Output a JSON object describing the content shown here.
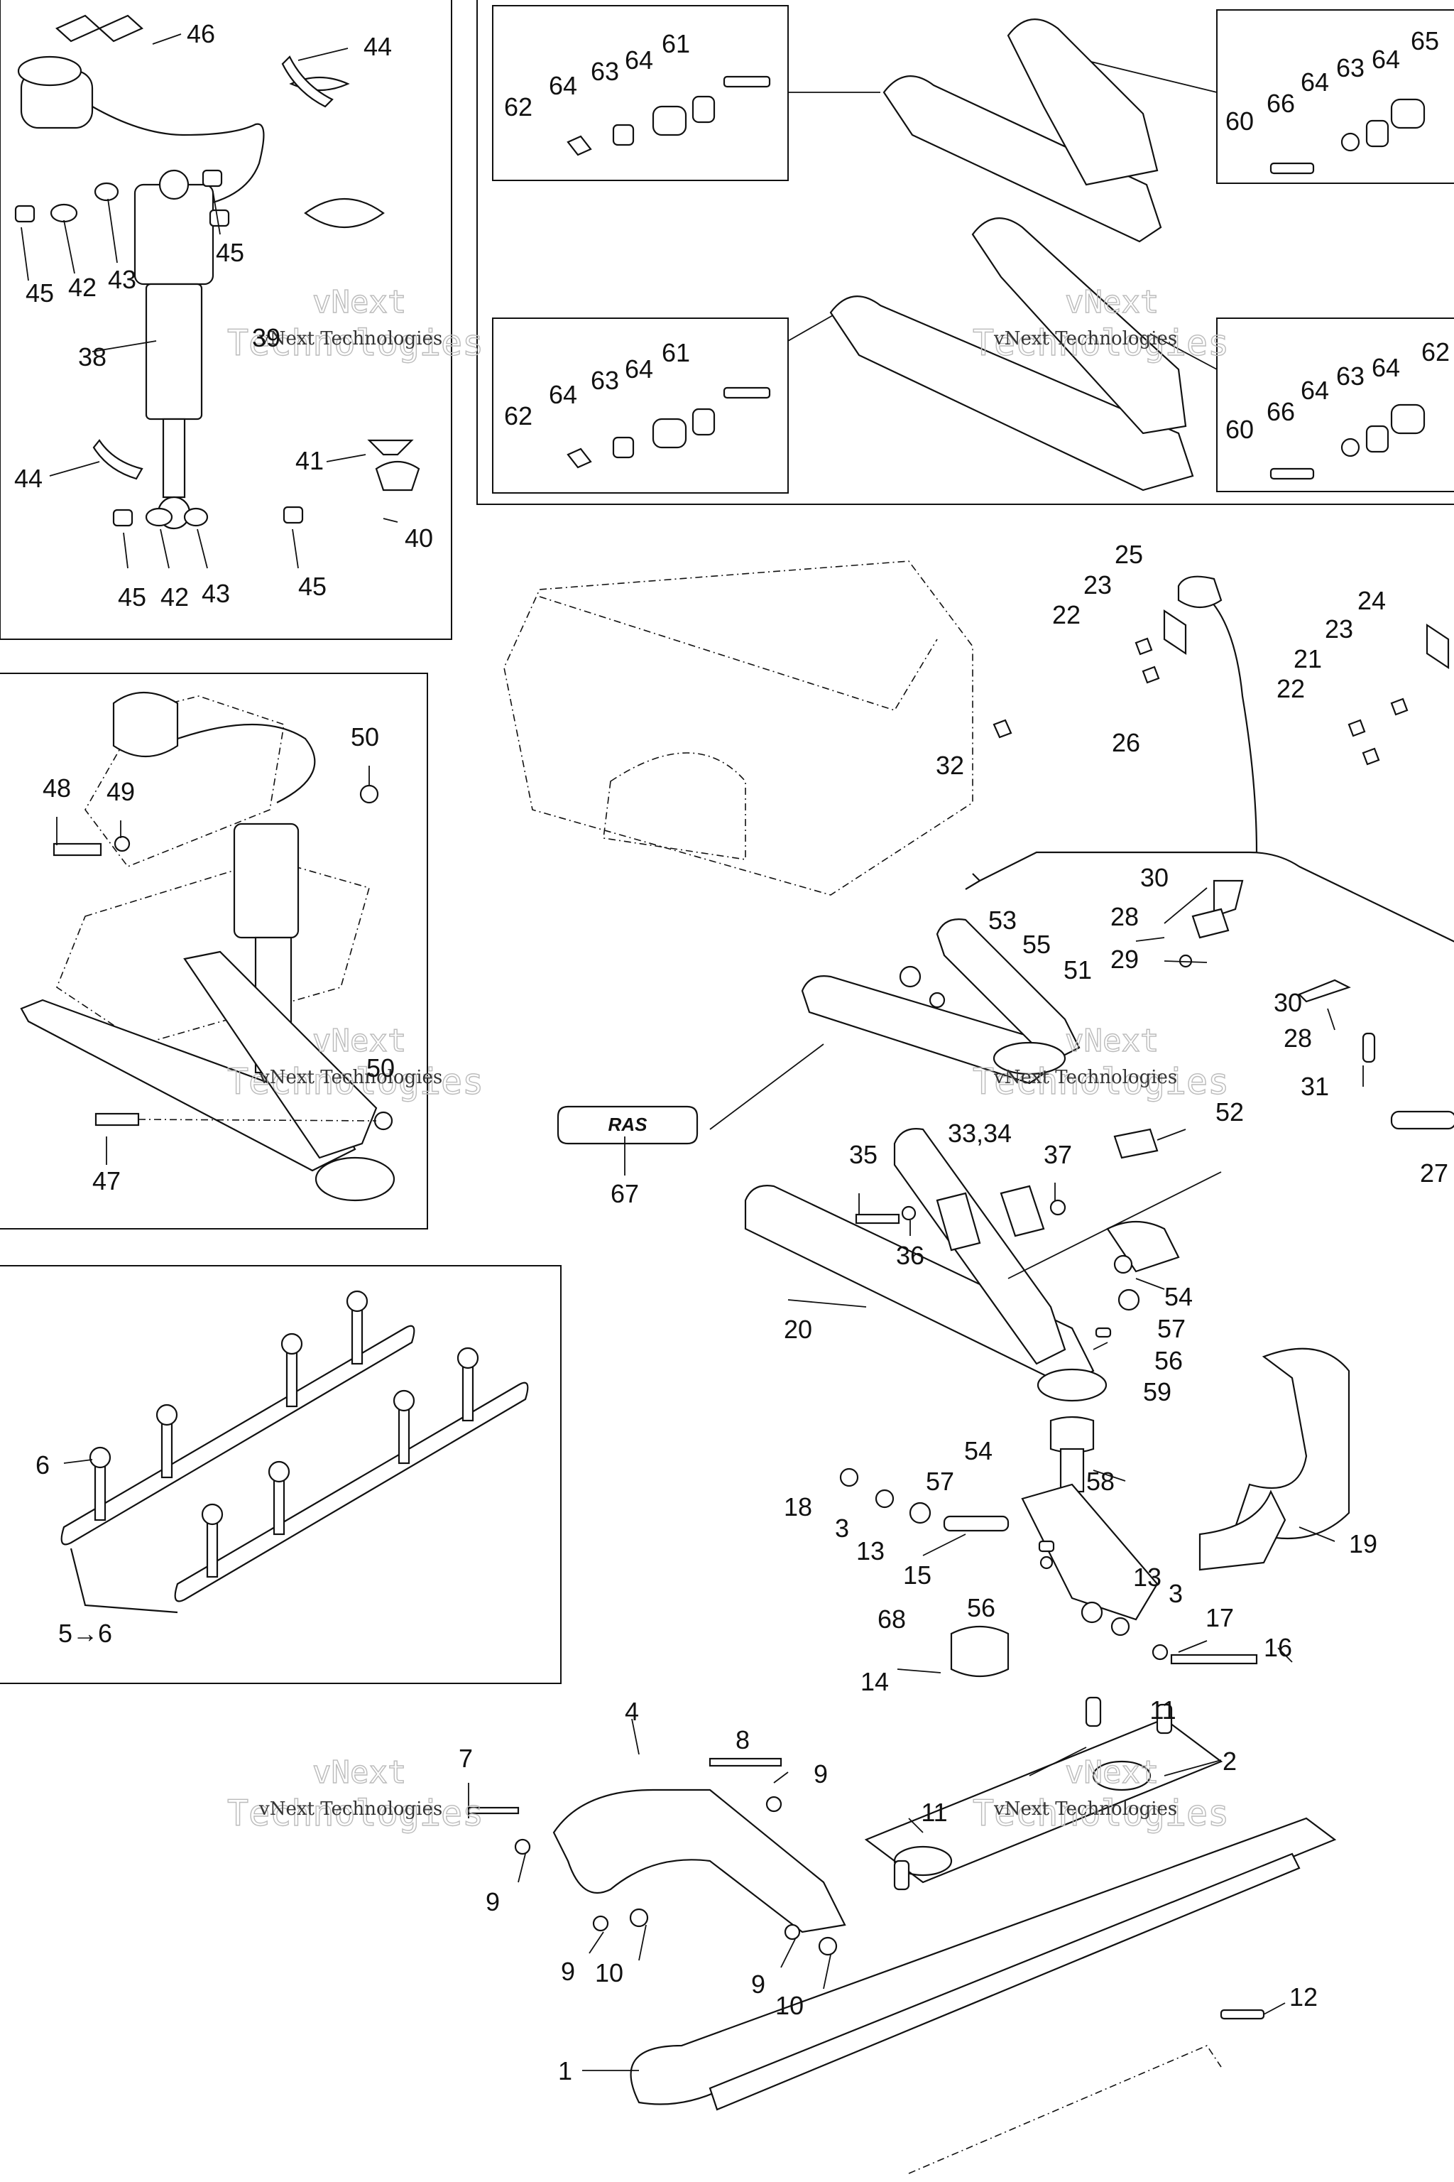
{
  "callouts": {
    "n1": "1",
    "n2": "2",
    "n3": "3",
    "n4": "4",
    "n5_6": "5→6",
    "n6": "6",
    "n7": "7",
    "n8": "8",
    "n9": "9",
    "n10": "10",
    "n11": "11",
    "n12": "12",
    "n13": "13",
    "n14": "14",
    "n15": "15",
    "n16": "16",
    "n17": "17",
    "n18": "18",
    "n19": "19",
    "n20": "20",
    "n21": "21",
    "n22": "22",
    "n23": "23",
    "n24": "24",
    "n25": "25",
    "n26": "26",
    "n27": "27",
    "n28": "28",
    "n29": "29",
    "n30": "30",
    "n31": "31",
    "n32": "32",
    "n33_34": "33,34",
    "n35": "35",
    "n36": "36",
    "n37": "37",
    "n38": "38",
    "n39": "39",
    "n40": "40",
    "n41": "41",
    "n42": "42",
    "n43": "43",
    "n44": "44",
    "n45": "45",
    "n46": "46",
    "n47": "47",
    "n48": "48",
    "n49": "49",
    "n50": "50",
    "n51": "51",
    "n52": "52",
    "n53": "53",
    "n54": "54",
    "n55": "55",
    "n56": "56",
    "n57": "57",
    "n58": "58",
    "n59": "59",
    "n60": "60",
    "n61": "61",
    "n62": "62",
    "n63": "63",
    "n64": "64",
    "n65": "65",
    "n66": "66",
    "n67": "67",
    "n68": "68"
  },
  "logo_text": "RAS",
  "watermark": {
    "line1": "vNext",
    "line2": "Technologies",
    "small": "vNext Technologies"
  }
}
